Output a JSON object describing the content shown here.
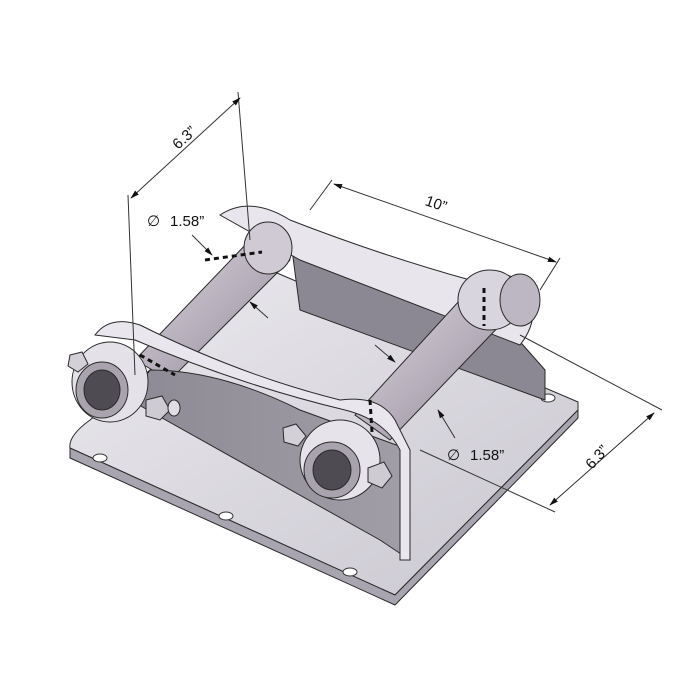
{
  "diagram": {
    "subject": "Pivot shackle mount bracket with two pins, isometric view",
    "dimensions": {
      "depth_left": "6.3”",
      "length": "10”",
      "depth_right": "6.3”",
      "pin_diameter_left": "1.58”",
      "pin_diameter_right": "1.58”",
      "diameter_symbol": "∅"
    },
    "colors": {
      "plate_face": "#f2f1f4",
      "plate_edge": "#b9b5c0",
      "plate_dark": "#8e8a95",
      "outline": "#2a2a2a",
      "pin_light": "#dcd8df",
      "pin_dark": "#8f8895",
      "dim_line": "#333333"
    }
  }
}
